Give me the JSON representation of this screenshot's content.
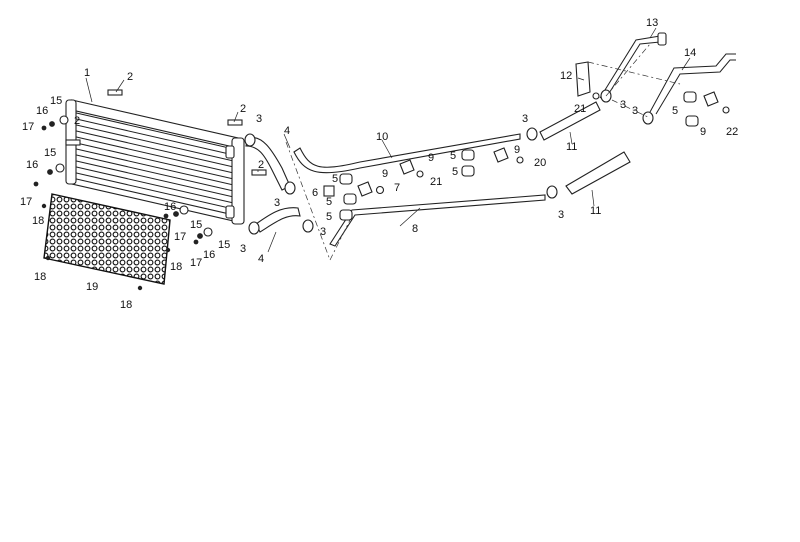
{
  "diagram": {
    "callouts": [
      {
        "id": "c1",
        "text": "1"
      },
      {
        "id": "c2a",
        "text": "2"
      },
      {
        "id": "c2b",
        "text": "2"
      },
      {
        "id": "c2c",
        "text": "2"
      },
      {
        "id": "c2d",
        "text": "2"
      },
      {
        "id": "c3a",
        "text": "3"
      },
      {
        "id": "c3b",
        "text": "3"
      },
      {
        "id": "c3c",
        "text": "3"
      },
      {
        "id": "c3d",
        "text": "3"
      },
      {
        "id": "c3e",
        "text": "3"
      },
      {
        "id": "c3f",
        "text": "3"
      },
      {
        "id": "c3g",
        "text": "3"
      },
      {
        "id": "c3h",
        "text": "3"
      },
      {
        "id": "c4a",
        "text": "4"
      },
      {
        "id": "c4b",
        "text": "4"
      },
      {
        "id": "c5a",
        "text": "5"
      },
      {
        "id": "c5b",
        "text": "5"
      },
      {
        "id": "c5c",
        "text": "5"
      },
      {
        "id": "c5d",
        "text": "5"
      },
      {
        "id": "c5e",
        "text": "5"
      },
      {
        "id": "c5f",
        "text": "5"
      },
      {
        "id": "c6",
        "text": "6"
      },
      {
        "id": "c7",
        "text": "7"
      },
      {
        "id": "c8",
        "text": "8"
      },
      {
        "id": "c9a",
        "text": "9"
      },
      {
        "id": "c9b",
        "text": "9"
      },
      {
        "id": "c9c",
        "text": "9"
      },
      {
        "id": "c9d",
        "text": "9"
      },
      {
        "id": "c10",
        "text": "10"
      },
      {
        "id": "c11a",
        "text": "11"
      },
      {
        "id": "c11b",
        "text": "11"
      },
      {
        "id": "c12",
        "text": "12"
      },
      {
        "id": "c13",
        "text": "13"
      },
      {
        "id": "c14",
        "text": "14"
      },
      {
        "id": "c15a",
        "text": "15"
      },
      {
        "id": "c15b",
        "text": "15"
      },
      {
        "id": "c15c",
        "text": "15"
      },
      {
        "id": "c15d",
        "text": "15"
      },
      {
        "id": "c16a",
        "text": "16"
      },
      {
        "id": "c16b",
        "text": "16"
      },
      {
        "id": "c16c",
        "text": "16"
      },
      {
        "id": "c16d",
        "text": "16"
      },
      {
        "id": "c17a",
        "text": "17"
      },
      {
        "id": "c17b",
        "text": "17"
      },
      {
        "id": "c17c",
        "text": "17"
      },
      {
        "id": "c17d",
        "text": "17"
      },
      {
        "id": "c18a",
        "text": "18"
      },
      {
        "id": "c18b",
        "text": "18"
      },
      {
        "id": "c18c",
        "text": "18"
      },
      {
        "id": "c18d",
        "text": "18"
      },
      {
        "id": "c19",
        "text": "19"
      },
      {
        "id": "c20",
        "text": "20"
      },
      {
        "id": "c21a",
        "text": "21"
      },
      {
        "id": "c21b",
        "text": "21"
      },
      {
        "id": "c22",
        "text": "22"
      }
    ]
  }
}
